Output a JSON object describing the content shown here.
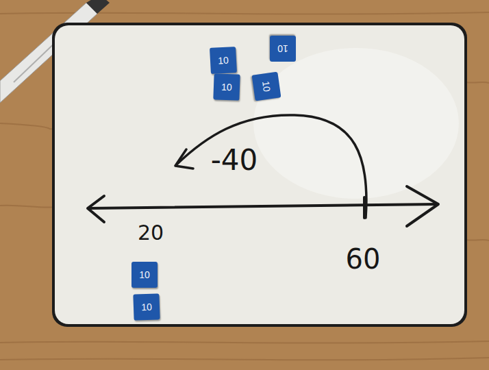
{
  "diagram": {
    "nodes": [
      {
        "text": [
          "10"
        ]
      },
      {
        "text": [
          "10"
        ]
      },
      {
        "text": [
          "10"
        ]
      },
      {
        "text": [
          "10"
        ]
      },
      {
        "text": [
          "10"
        ]
      },
      {
        "text": [
          "10"
        ]
      }
    ],
    "labels": [
      "-40",
      "20",
      "60"
    ]
  }
}
